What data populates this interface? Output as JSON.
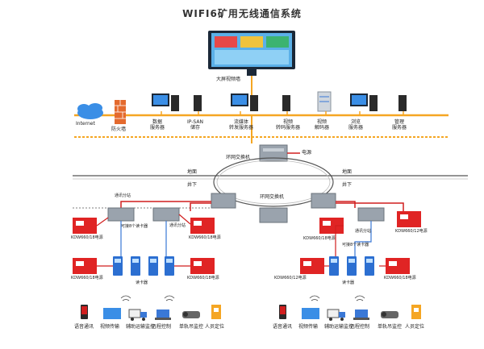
{
  "title": "WIFI6矿用无线通信系统",
  "video_wall_label": "大屏视频墙",
  "internet_label": "Internet",
  "firewall_label": "防火墙",
  "surface_servers": [
    {
      "label": "数据\n服务器"
    },
    {
      "label": "IP-SAN\n储存"
    },
    {
      "label": "流媒体\n转发服务器"
    },
    {
      "label": "视频\n转码服务器"
    },
    {
      "label": "视频\n解码器"
    },
    {
      "label": "浏览\n服务器"
    },
    {
      "label": "管理\n服务器"
    }
  ],
  "ring_switch_top_label": "环网交换机",
  "power_label": "电源",
  "ground_label": "地面",
  "underground_label": "井下",
  "ring_switch_mid_label": "环网交换机",
  "comm_branch_label": "通讯分站",
  "reader_label": "可接8个读卡器",
  "kdw_label": "KDW660/18电源",
  "kdw_label_alt": "KDW660/12电源",
  "card_reader_label": "读卡器",
  "terminals": [
    {
      "label": "语音通讯"
    },
    {
      "label": "视频传输"
    },
    {
      "label": "辅助运输监控"
    },
    {
      "label": "远程控制"
    },
    {
      "label": "单轨吊监控"
    },
    {
      "label": "人员定位"
    }
  ],
  "colors": {
    "accent_orange": "#f5a623",
    "red_box": "#e02424",
    "switch_gray": "#9aa3ad",
    "blue_reader": "#2c6fd1",
    "server_black": "#2a2a2a",
    "ring": "#555555",
    "red_cable": "#d11f1f",
    "blue_cable": "#3a78d6"
  }
}
